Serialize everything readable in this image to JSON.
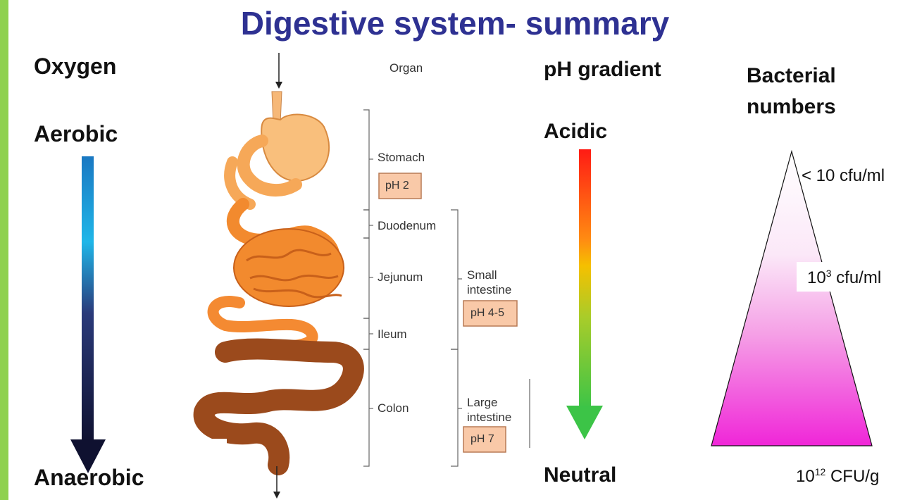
{
  "title": "Digestive system- summary",
  "colors": {
    "title": "#2e3192",
    "left_bar": "#8fd14f",
    "ph_box_fill": "#f9c9a8"
  },
  "oxygen": {
    "heading": "Oxygen",
    "top": "Aerobic",
    "bottom": "Anaerobic"
  },
  "organs": {
    "heading": "Organ",
    "stomach": "Stomach",
    "stomach_ph": "pH 2",
    "duodenum": "Duodenum",
    "jejunum": "Jejunum",
    "ileum": "Ileum",
    "colon": "Colon",
    "small_intestine": "Small intestine",
    "small_intestine_ph": "pH 4-5",
    "large_intestine": "Large intestine",
    "large_intestine_ph": "pH 7"
  },
  "ph": {
    "heading": "pH gradient",
    "top": "Acidic",
    "bottom": "Neutral"
  },
  "bacteria": {
    "heading_line1": "Bacterial",
    "heading_line2": "numbers",
    "level1": "< 10 cfu/ml",
    "level2_base": "10",
    "level2_exp": "3",
    "level2_unit": " cfu/ml",
    "level3_base": "10",
    "level3_exp": "12",
    "level3_unit": " CFU/g"
  }
}
